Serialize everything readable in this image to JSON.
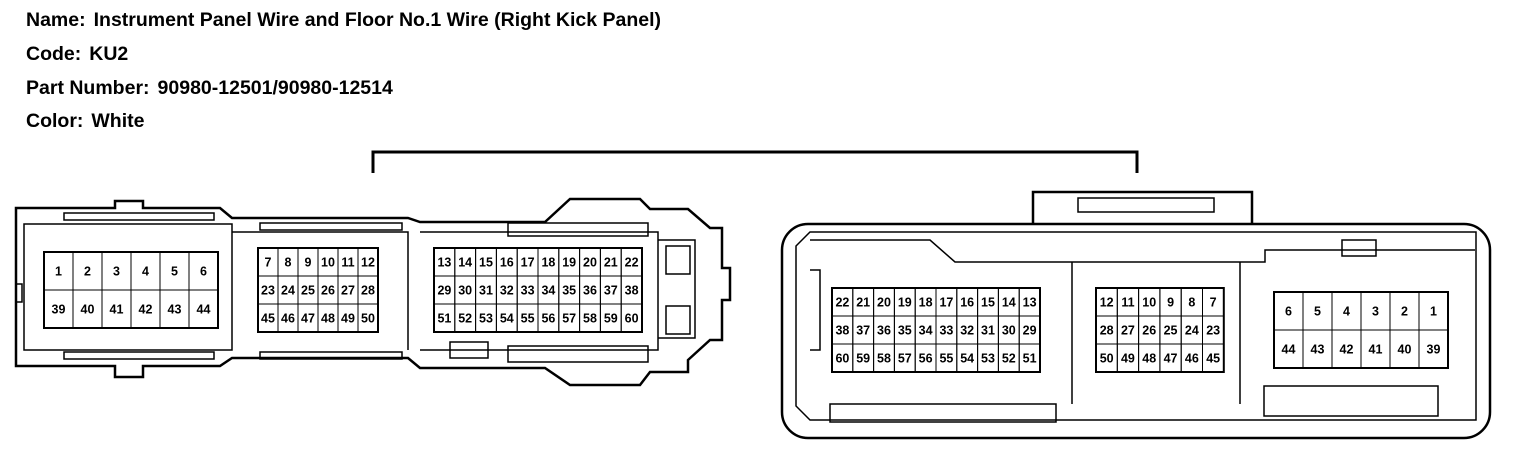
{
  "header": {
    "name_label": "Name:",
    "name_value": "Instrument Panel Wire and Floor No.1 Wire (Right Kick Panel)",
    "code_label": "Code:",
    "code_value": "KU2",
    "part_label": "Part Number:",
    "part_value": "90980-12501/90980-12514",
    "color_label": "Color:",
    "color_value": "White"
  },
  "male_connector": {
    "block_a": [
      [
        "1",
        "2",
        "3",
        "4",
        "5",
        "6"
      ],
      [
        "39",
        "40",
        "41",
        "42",
        "43",
        "44"
      ]
    ],
    "block_b": [
      [
        "7",
        "8",
        "9",
        "10",
        "11",
        "12"
      ],
      [
        "23",
        "24",
        "25",
        "26",
        "27",
        "28"
      ],
      [
        "45",
        "46",
        "47",
        "48",
        "49",
        "50"
      ]
    ],
    "block_c": [
      [
        "13",
        "14",
        "15",
        "16",
        "17",
        "18",
        "19",
        "20",
        "21",
        "22"
      ],
      [
        "29",
        "30",
        "31",
        "32",
        "33",
        "34",
        "35",
        "36",
        "37",
        "38"
      ],
      [
        "51",
        "52",
        "53",
        "54",
        "55",
        "56",
        "57",
        "58",
        "59",
        "60"
      ]
    ]
  },
  "female_connector": {
    "block_a": [
      [
        "22",
        "21",
        "20",
        "19",
        "18",
        "17",
        "16",
        "15",
        "14",
        "13"
      ],
      [
        "38",
        "37",
        "36",
        "35",
        "34",
        "33",
        "32",
        "31",
        "30",
        "29"
      ],
      [
        "60",
        "59",
        "58",
        "57",
        "56",
        "55",
        "54",
        "53",
        "52",
        "51"
      ]
    ],
    "block_b": [
      [
        "12",
        "11",
        "10",
        "9",
        "8",
        "7"
      ],
      [
        "28",
        "27",
        "26",
        "25",
        "24",
        "23"
      ],
      [
        "50",
        "49",
        "48",
        "47",
        "46",
        "45"
      ]
    ],
    "block_c": [
      [
        "6",
        "5",
        "4",
        "3",
        "2",
        "1"
      ],
      [
        "44",
        "43",
        "42",
        "41",
        "40",
        "39"
      ]
    ]
  }
}
